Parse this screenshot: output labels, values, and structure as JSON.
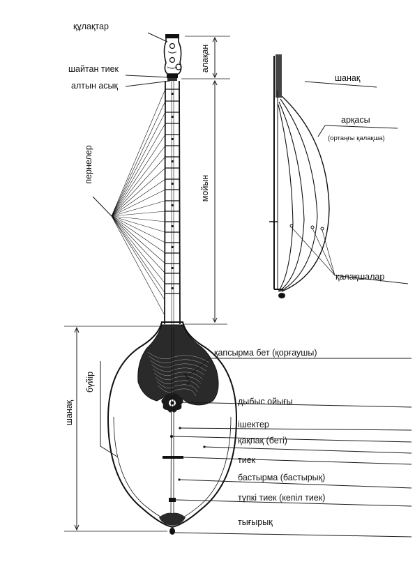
{
  "labels": {
    "qulaqtar": "құлақтар",
    "shaitan_tiek": "шайтан тиек",
    "altyn_asyq": "алтын асық",
    "alaqan": "алақан",
    "pernel": "пернелер",
    "moiyn": "мойын",
    "shanaq_side": "шанақ",
    "shanaq_main": "шанақ",
    "arqasy": "арқасы",
    "ortangy": "(ортаңғы қалақша)",
    "qalaqshalar": "қалақшалар",
    "qapsyrma": "қапсырма бет (қорғаушы)",
    "dybys": "дыбыс ойығы",
    "ishekter": "ішектер",
    "qaqpaq": "қақпақ (беті)",
    "tiek": "тиек",
    "bastyrma": "бастырма (бастырық)",
    "tupki": "түпкі тиек (кепіл тиек)",
    "tyryq": "тығырық",
    "buiir": "бүйір"
  },
  "colors": {
    "ink": "#111111",
    "background": "#ffffff"
  }
}
